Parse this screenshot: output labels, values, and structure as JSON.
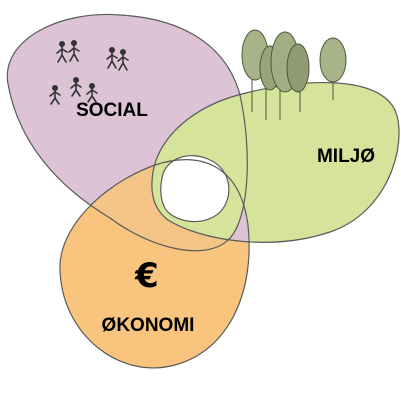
{
  "diagram": {
    "type": "venn",
    "circles": [
      {
        "id": "social",
        "label": "SOCIAL",
        "color": "#dcc3d6"
      },
      {
        "id": "miljo",
        "label": "MILJØ",
        "color": "#d5e49a"
      },
      {
        "id": "okonomi",
        "label": "ØKONOMI",
        "color": "#f9c57e"
      }
    ],
    "overlap_colors": {
      "social_okonomi": "#f4c587",
      "social_miljo": "#d5e49a",
      "okonomi_miljo": "#dcc3d6",
      "center": "#ffffff"
    },
    "icons": {
      "social": "people-icon",
      "miljo": "trees-icon",
      "okonomi": "euro-icon"
    },
    "euro_symbol": "€"
  }
}
